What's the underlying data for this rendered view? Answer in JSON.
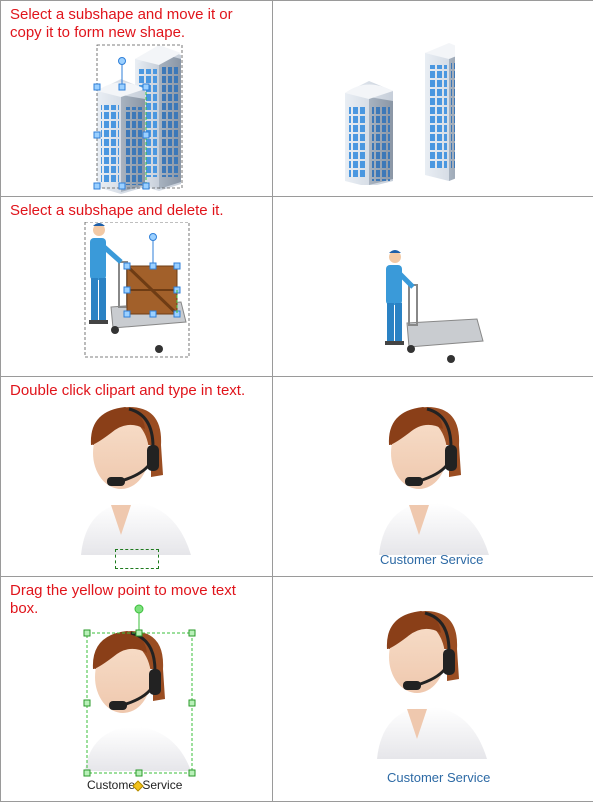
{
  "rows": [
    {
      "instruction": "Select a subshape and move it or copy it to form new shape."
    },
    {
      "instruction": "Select a subshape and delete it."
    },
    {
      "instruction": "Double click clipart and type in text.",
      "result_text": "Customer Service"
    },
    {
      "instruction": "Drag the yellow point to move text box.",
      "edit_text": "Customer Service",
      "result_text": "Customer Service"
    }
  ],
  "colors": {
    "instruction": "#e0141b",
    "result_text": "#2d6aa5",
    "grid": "#9a9a9a",
    "handle_blue": "#2f7fd8",
    "handle_green": "#3bbf3b",
    "control_point": "#f2c21b"
  }
}
